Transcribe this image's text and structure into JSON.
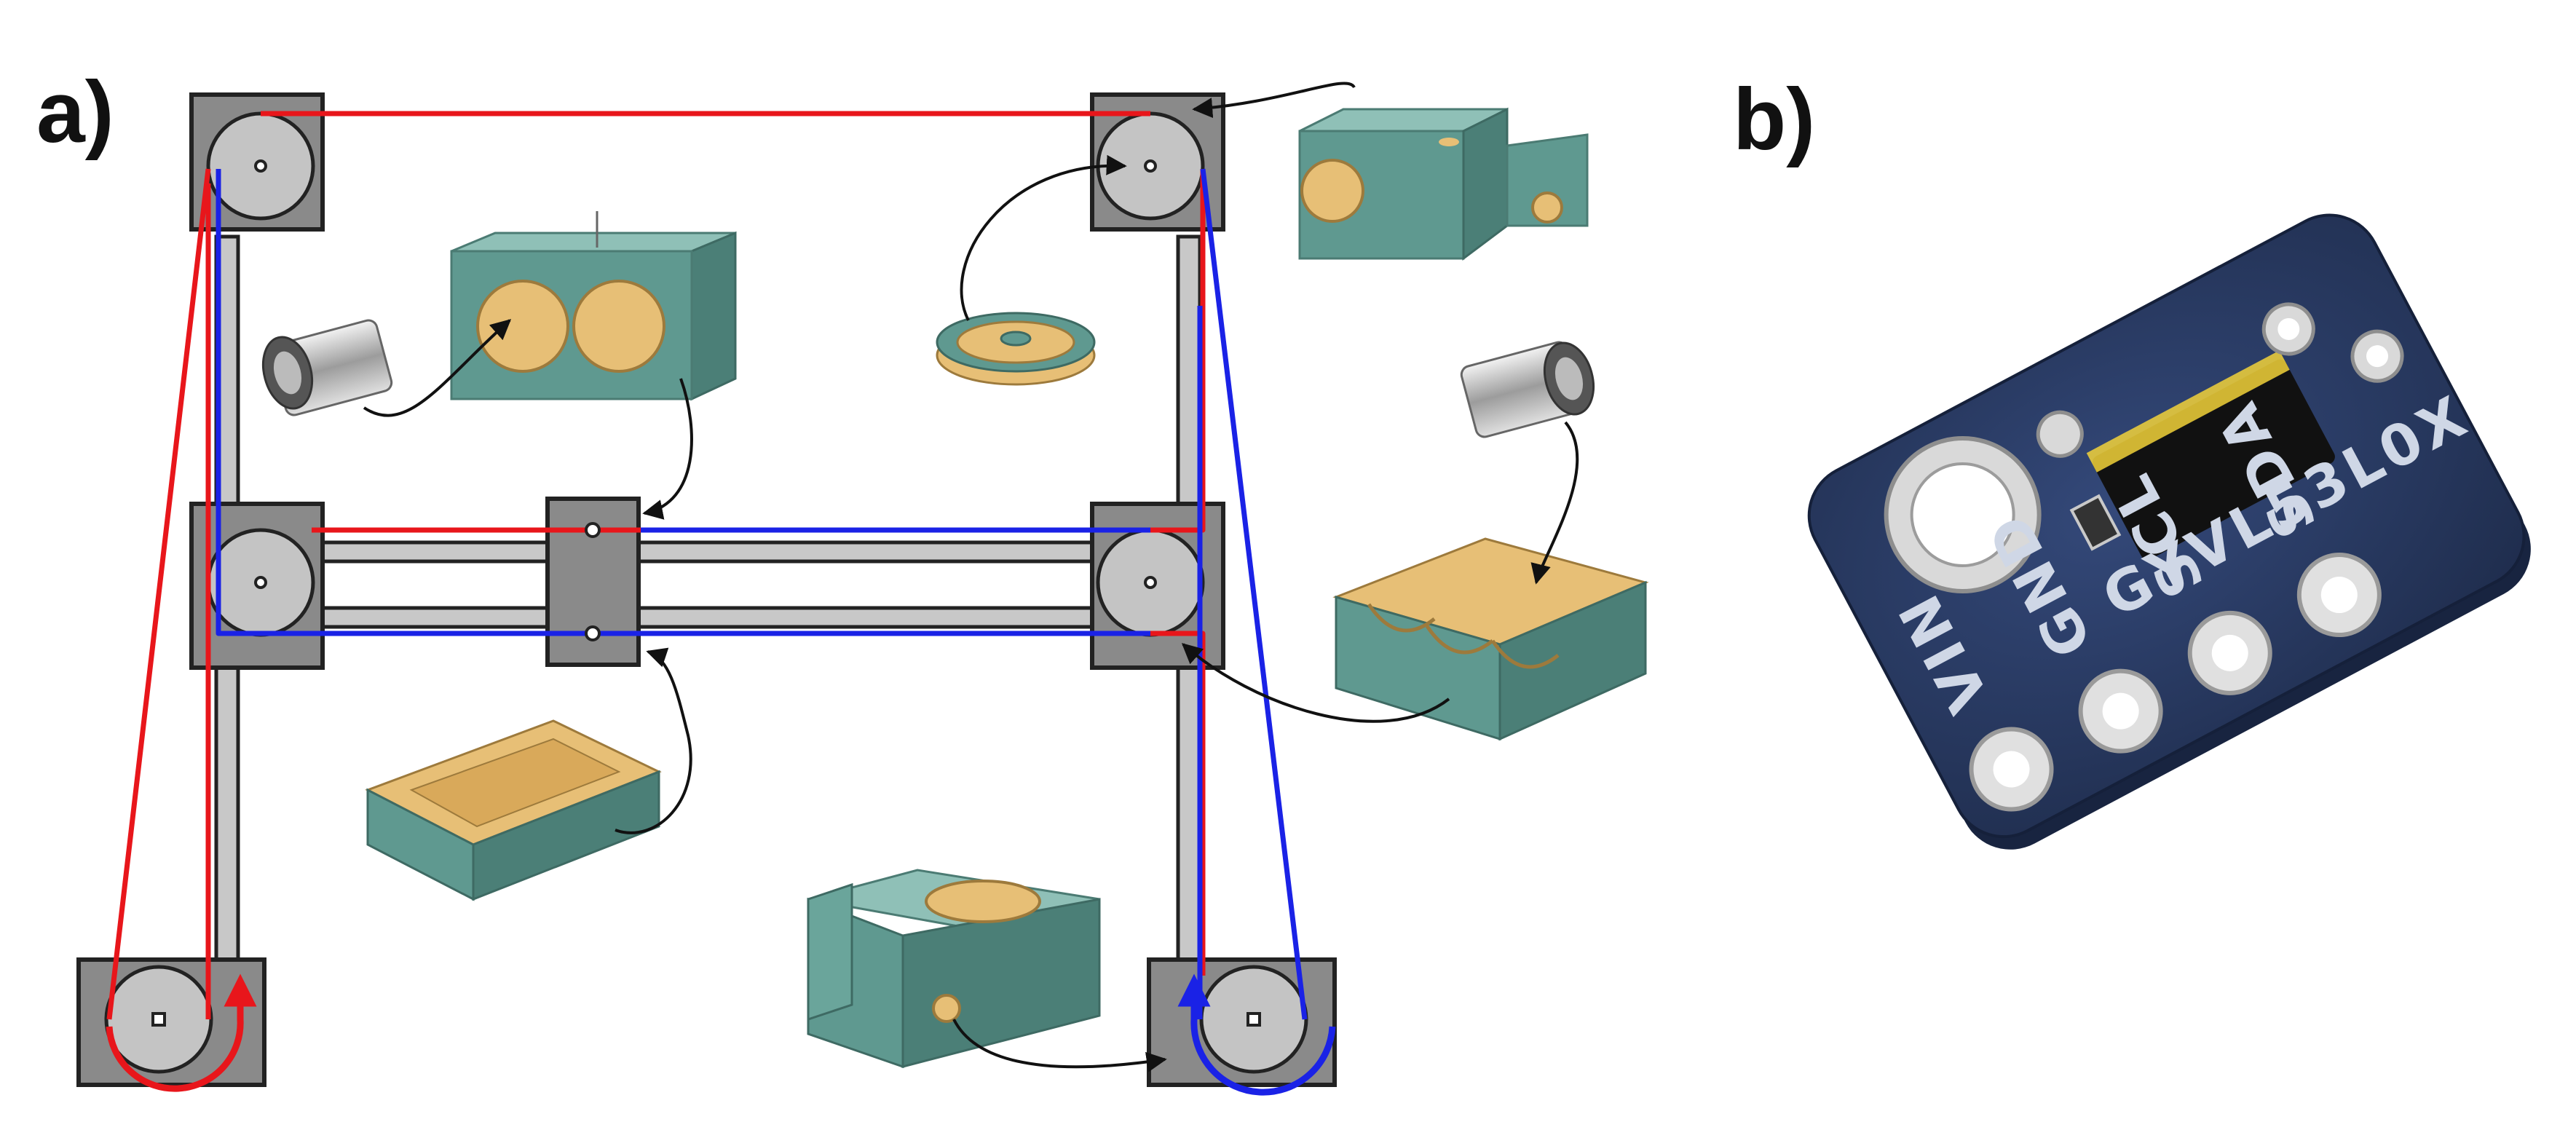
{
  "panels": [
    {
      "label": "a)"
    },
    {
      "label": "b)"
    }
  ],
  "sensor_board": {
    "pins": [
      "VIN",
      "GND",
      "SCL",
      "SDA"
    ],
    "model_text": "GYVL53L0X"
  },
  "colors": {
    "belt_a": "#e8161b",
    "belt_b": "#1a22e6",
    "frame_block": "#8a8a8a",
    "rail": "#c8c8c8",
    "pulley": "#c4c4c4",
    "printed_part": "#5f9990",
    "printed_part_inner": "#e7bf76",
    "pcb": "#2c3f66",
    "pcb_pad": "#d9d9d9"
  }
}
